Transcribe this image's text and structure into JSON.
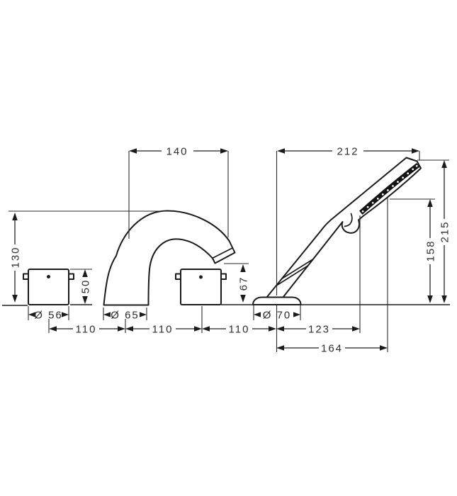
{
  "colors": {
    "background": "#ffffff",
    "line": "#1b1b1b",
    "text": "#2e2e2e",
    "spray_face": "#141414"
  },
  "dims": {
    "spout_reach": "140",
    "handshower_reach": "212",
    "spout_height": "130",
    "handle_height": "50",
    "spout_outlet_height": "67",
    "handshower_hook_height": "158",
    "handshower_height": "215",
    "handle_diameter": "Ø 56",
    "spout_base_diameter": "Ø 65",
    "handshower_base_diameter": "Ø 70",
    "spacing_handle_to_spout": "110",
    "spacing_spout_to_handle": "110",
    "spacing_handle_to_shower": "110",
    "handshower_hook_offset": "123",
    "handshower_head_offset": "164"
  }
}
